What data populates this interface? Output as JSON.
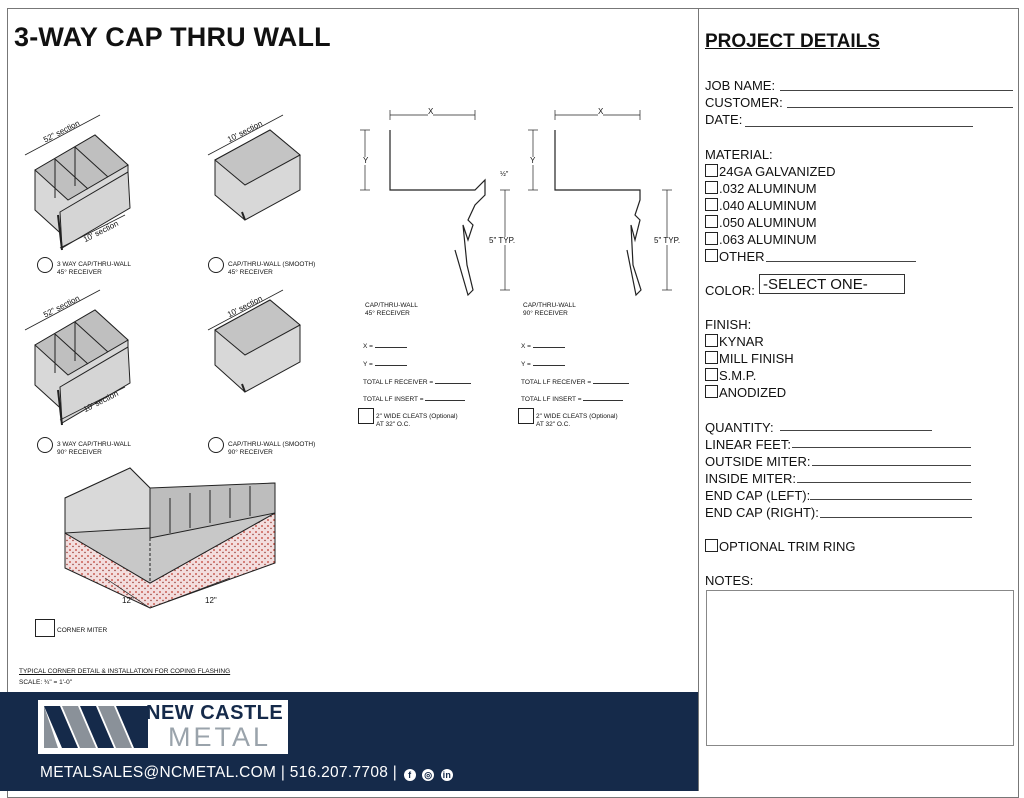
{
  "title": "3-WAY CAP THRU WALL",
  "iso_sections": {
    "a_top": "52\" section",
    "a_bottom": "10' section",
    "b_top": "10' section",
    "c_top": "52\" section",
    "c_bottom": "10' section",
    "d_top": "10' section"
  },
  "options": [
    {
      "line1": "3 WAY CAP/THRU-WALL",
      "line2": "45° RECEIVER"
    },
    {
      "line1": "CAP/THRU-WALL (SMOOTH)",
      "line2": "45° RECEIVER"
    },
    {
      "line1": "3 WAY CAP/THRU-WALL",
      "line2": "90° RECEIVER"
    },
    {
      "line1": "CAP/THRU-WALL (SMOOTH)",
      "line2": "90° RECEIVER"
    }
  ],
  "profiles": [
    {
      "name1": "CAP/THRU-WALL",
      "name2": "45° RECEIVER",
      "x_label": "X",
      "y_label": "Y",
      "half": "½\"",
      "typ": "5\" TYP.",
      "x_eq": "X =",
      "y_eq": "Y =",
      "lf_receiver": "TOTAL LF RECEIVER =",
      "lf_insert": "TOTAL LF INSERT  =",
      "cleat1": "2\" WIDE CLEATS (Optional)",
      "cleat2": "AT 32\" O.C."
    },
    {
      "name1": "CAP/THRU-WALL",
      "name2": "90° RECEIVER",
      "x_label": "X",
      "y_label": "Y",
      "typ": "5\" TYP.",
      "x_eq": "X =",
      "y_eq": "Y =",
      "lf_receiver": "TOTAL LF RECEIVER =",
      "lf_insert": "TOTAL LF INSERT  =",
      "cleat1": "2\" WIDE CLEATS (Optional)",
      "cleat2": "AT 32\" O.C."
    }
  ],
  "corner": {
    "dim_left": "12\"",
    "dim_right": "12\"",
    "label": "CORNER MITER"
  },
  "detail_caption": "TYPICAL CORNER DETAIL & INSTALLATION FOR COPING FLASHING",
  "scale": "SCALE: ¾\" = 1'-0\"",
  "project": {
    "heading": "PROJECT DETAILS",
    "job_name": "JOB NAME:",
    "customer": "CUSTOMER:",
    "date": "DATE:",
    "material_heading": "MATERIAL:",
    "materials": [
      "24GA GALVANIZED",
      ".032 ALUMINUM",
      ".040 ALUMINUM",
      ".050 ALUMINUM",
      ".063 ALUMINUM",
      "OTHER"
    ],
    "color_label": "COLOR:",
    "color_value": "-SELECT ONE-",
    "finish_heading": "FINISH:",
    "finishes": [
      "KYNAR",
      "MILL FINISH",
      "S.M.P.",
      "ANODIZED"
    ],
    "quantity": "QUANTITY:",
    "linear_feet": "LINEAR FEET:",
    "outside_miter": "OUTSIDE MITER:",
    "inside_miter": "INSIDE MITER:",
    "end_cap_left": "END CAP (LEFT):",
    "end_cap_right": "END CAP (RIGHT):",
    "trim_ring": "OPTIONAL TRIM RING",
    "notes": "NOTES:"
  },
  "footer": {
    "brand1": "NEW CASTLE",
    "brand2": "METAL",
    "contact": "METALSALES@NCMETAL.COM | 516.207.7708 |",
    "social_icons": [
      "facebook-icon",
      "instagram-icon",
      "linkedin-icon"
    ]
  }
}
